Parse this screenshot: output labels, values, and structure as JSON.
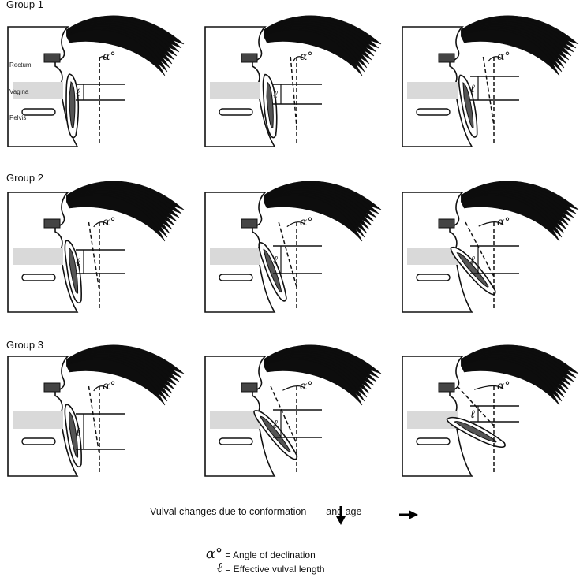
{
  "groups": [
    {
      "label": "Group 1"
    },
    {
      "label": "Group 2"
    },
    {
      "label": "Group 3"
    }
  ],
  "anatomy_labels": {
    "rectum": "Rectum",
    "vagina": "Vagina",
    "pelvis": "Pelvis"
  },
  "symbols": {
    "angle": "α°",
    "length": "ℓ"
  },
  "caption": {
    "text": "Vulval changes due to conformation",
    "text_after": "and age"
  },
  "legend": {
    "angle_symbol": "α°",
    "angle_text": "= Angle of declination",
    "length_symbol": "ℓ",
    "length_text": "= Effective vulval length"
  },
  "colors": {
    "ink": "#111111",
    "tail": "#0d0d0d",
    "vagina_fill": "#d9d9d9",
    "vulva_fill": "#555555"
  },
  "icons": [
    "down-arrow-icon",
    "right-arrow-icon"
  ]
}
